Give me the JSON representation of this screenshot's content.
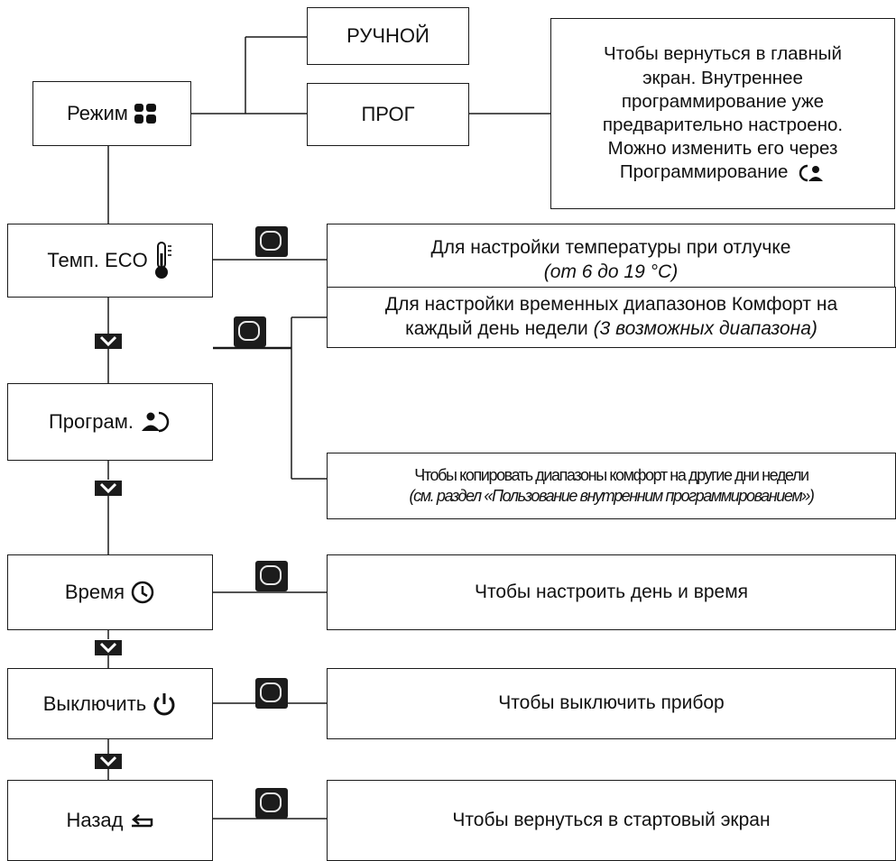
{
  "mode": {
    "label": "Режим",
    "options": [
      "РУЧНОЙ",
      "ПРОГ"
    ],
    "prog_note": [
      "Чтобы вернуться в главный",
      "экран. Внутреннее",
      "программирование уже",
      "предварительно настроено.",
      "Можно изменить его через",
      "Программирование"
    ]
  },
  "menu": [
    {
      "label": "Темп. ECO",
      "icon": "thermometer-icon",
      "desc_lines": [
        "Для настройки температуры при отлучке"
      ],
      "desc_italic": "(от 6 до 19 °C)"
    },
    {
      "label": "Програм.",
      "icon": "program-clock-icon",
      "desc_a_lines": [
        "Для настройки временных диапазонов Комфорт на",
        "каждый день недели "
      ],
      "desc_a_italic": "(3 возможных диапазона)",
      "desc_b_lines": [
        "Чтобы копировать диапазоны комфорт на другие дни недели"
      ],
      "desc_b_italic": "(см. раздел «Пользование внутренним программированием»)"
    },
    {
      "label": "Время",
      "icon": "clock-icon",
      "desc": "Чтобы настроить день и время"
    },
    {
      "label": "Выключить",
      "icon": "power-icon",
      "desc": "Чтобы выключить прибор"
    },
    {
      "label": "Назад",
      "icon": "back-arrow-icon",
      "desc": "Чтобы вернуться в стартовый экран"
    }
  ],
  "colors": {
    "line": "#1a1a1a",
    "button": "#1c1c1c"
  }
}
